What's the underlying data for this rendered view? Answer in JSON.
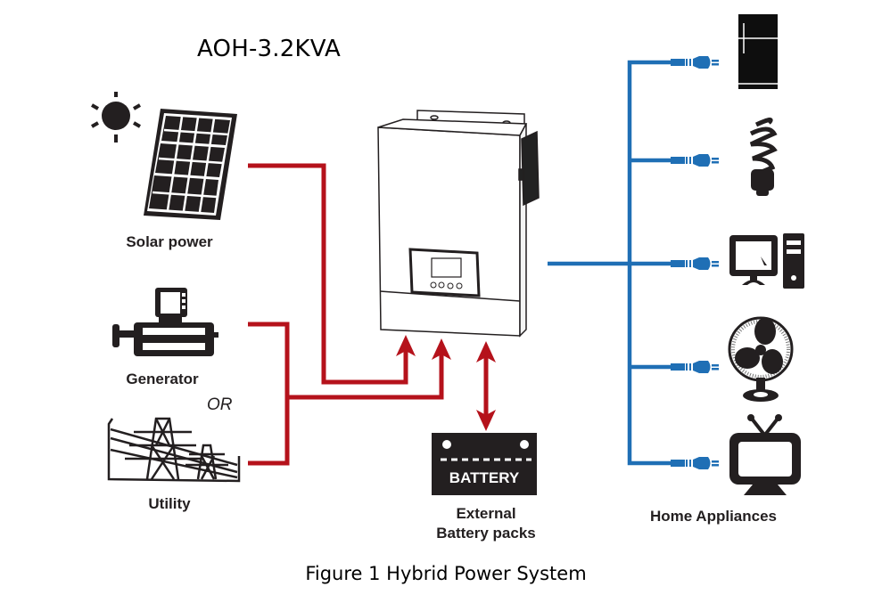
{
  "figure": {
    "model_title": "AOH-3.2KVA",
    "caption": "Figure 1 Hybrid Power System"
  },
  "sources": {
    "solar_label": "Solar power",
    "generator_label": "Generator",
    "or_label": "OR",
    "utility_label": "Utility"
  },
  "battery": {
    "icon_text": "BATTERY",
    "label_line1": "External",
    "label_line2": "Battery packs"
  },
  "loads": {
    "label": "Home Appliances",
    "items": [
      "refrigerator",
      "light-bulb",
      "computer",
      "fan",
      "television"
    ]
  },
  "colors": {
    "input_line": "#b5121b",
    "output_line": "#1f6fb5",
    "icon": "#231f20"
  }
}
